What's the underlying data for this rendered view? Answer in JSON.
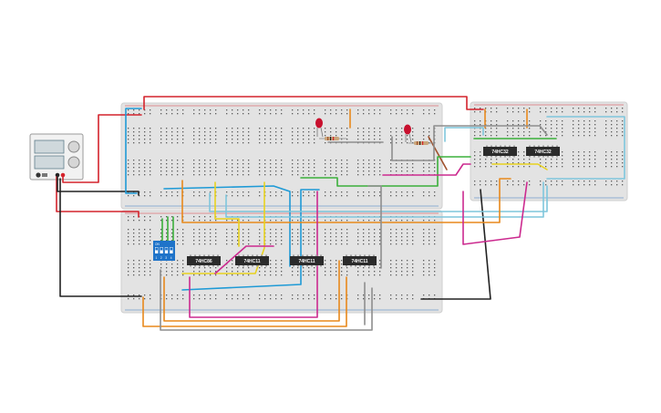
{
  "colors": {
    "background": "#ffffff",
    "breadboard": "#e3e3e3",
    "breadboard_hole": "#555555",
    "rail_red": "#d9363e",
    "rail_blue": "#3a78c2",
    "chip": "#2b2b2b",
    "dip_switch": "#1e73c9",
    "wire_red": "#d4232c",
    "wire_black": "#222222",
    "wire_blue": "#1e9ad6",
    "wire_lightblue": "#7fc6dc",
    "wire_orange": "#e8891c",
    "wire_yellow": "#e8d21f",
    "wire_green": "#3bb03b",
    "wire_magenta": "#cc2a8f",
    "wire_gray": "#8e8e8e",
    "wire_brown": "#a0522d",
    "led_red": "#c8102e"
  },
  "power_supply": {
    "name": "power-supply"
  },
  "chips": [
    {
      "id": "u1",
      "label": "74HC86"
    },
    {
      "id": "u2",
      "label": "74HC11"
    },
    {
      "id": "u3",
      "label": "74HC11"
    },
    {
      "id": "u4",
      "label": "74HC11"
    },
    {
      "id": "u5",
      "label": "74HC32"
    },
    {
      "id": "u6",
      "label": "74HC32"
    }
  ],
  "dip_switch": {
    "label_on": "ON",
    "positions": [
      "1",
      "2",
      "3",
      "4"
    ]
  },
  "leds": [
    {
      "id": "led1",
      "color": "red"
    },
    {
      "id": "led2",
      "color": "red"
    }
  ]
}
